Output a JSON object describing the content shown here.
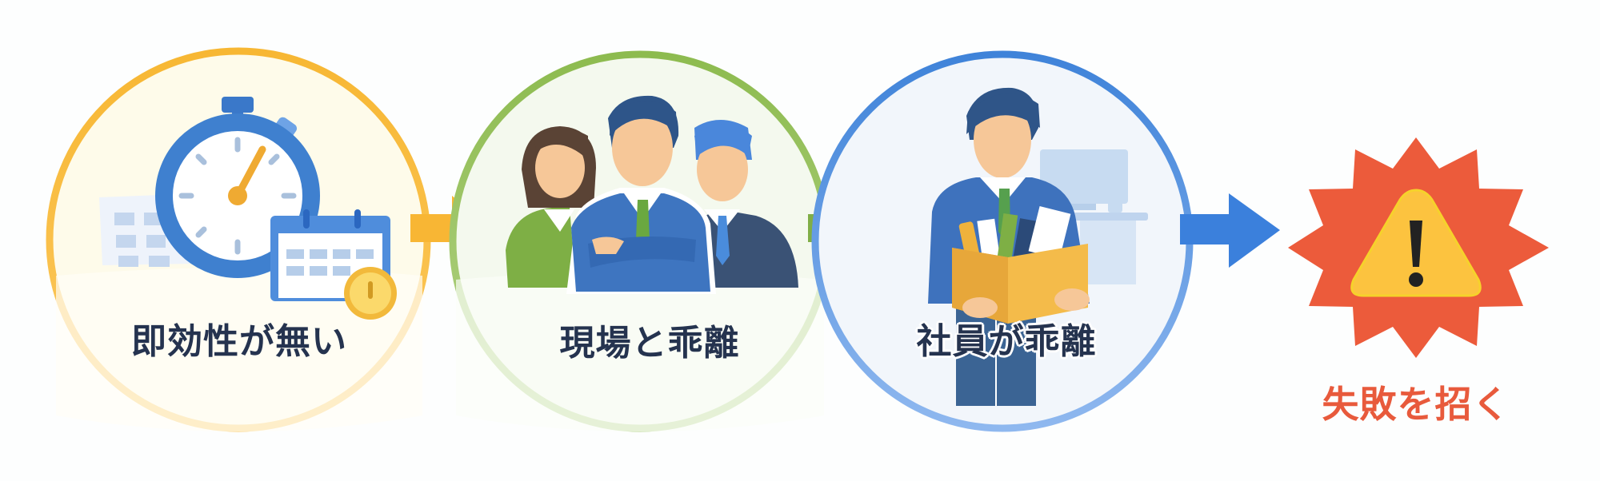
{
  "diagram": {
    "type": "flow",
    "steps": [
      {
        "label": "即効性が無い",
        "icon": "stopwatch-calendar-icon",
        "ring_color": "#f7b733",
        "fill_color": "#fefbea"
      },
      {
        "label": "現場と乖離",
        "icon": "business-team-icon",
        "ring_color": "#8dbb4f",
        "fill_color": "#f4f9ee"
      },
      {
        "label": "社員が乖離",
        "icon": "employee-leaving-box-icon",
        "ring_color": "#3f83d9",
        "fill_color": "#f2f6fb"
      }
    ],
    "arrows": [
      {
        "color": "#f7b733"
      },
      {
        "color": "#7fae45"
      },
      {
        "color": "#3b80dc"
      }
    ],
    "outcome": {
      "label": "失敗を招く",
      "icon": "warning-starburst-icon",
      "burst_color": "#ec5b3b",
      "triangle_color": "#fcc33f",
      "text_color": "#e85a3c"
    }
  }
}
